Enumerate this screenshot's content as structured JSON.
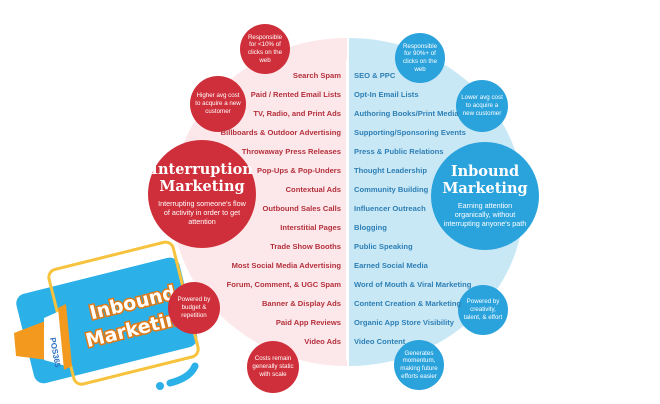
{
  "interruption": {
    "title_line1": "Interruption",
    "title_line2": "Marketing",
    "desc": "Interrupting someone's flow of activity in order to get attention",
    "items": [
      "Search Spam",
      "Paid / Rented Email Lists",
      "TV, Radio, and Print Ads",
      "Billboards & Outdoor Advertising",
      "Throwaway Press Releases",
      "Pop-Ups & Pop-Unders",
      "Contextual Ads",
      "Outbound Sales Calls",
      "Interstitial Pages",
      "Trade Show Booths",
      "Most Social Media Advertising",
      "Forum, Comment, & UGC Spam",
      "Banner & Display Ads",
      "Paid App Reviews",
      "Video Ads"
    ],
    "notes": [
      "Responsible for <10% of clicks on the web",
      "Higher avg cost to acquire a new customer",
      "Powered by budget & repetition",
      "Costs remain generally static with scale"
    ],
    "color": "#cf2f3a"
  },
  "inbound": {
    "title_line1": "Inbound",
    "title_line2": "Marketing",
    "desc": "Earning attention organically, without interrupting anyone's path",
    "items": [
      "SEO & PPC",
      "Opt-In Email Lists",
      "Authoring Books/Print Media",
      "Supporting/Sponsoring Events",
      "Press & Public Relations",
      "Thought Leadership",
      "Community Building",
      "Influencer Outreach",
      "Blogging",
      "Public Speaking",
      "Earned Social Media",
      "Word of Mouth & Viral Marketing",
      "Content  Creation & Marketing",
      "Organic App Store Visibility",
      "Video Content"
    ],
    "notes": [
      "Responsible for 90%+ of clicks on the web",
      "Lower avg cost to acquire a new customer",
      "Powered by creativity, talent, & effort",
      "Generates momentum, making future efforts easier"
    ],
    "color": "#2aa2dc"
  },
  "banner": {
    "line1": "Inbound",
    "line2": "Marketing",
    "logo": "POS365"
  }
}
